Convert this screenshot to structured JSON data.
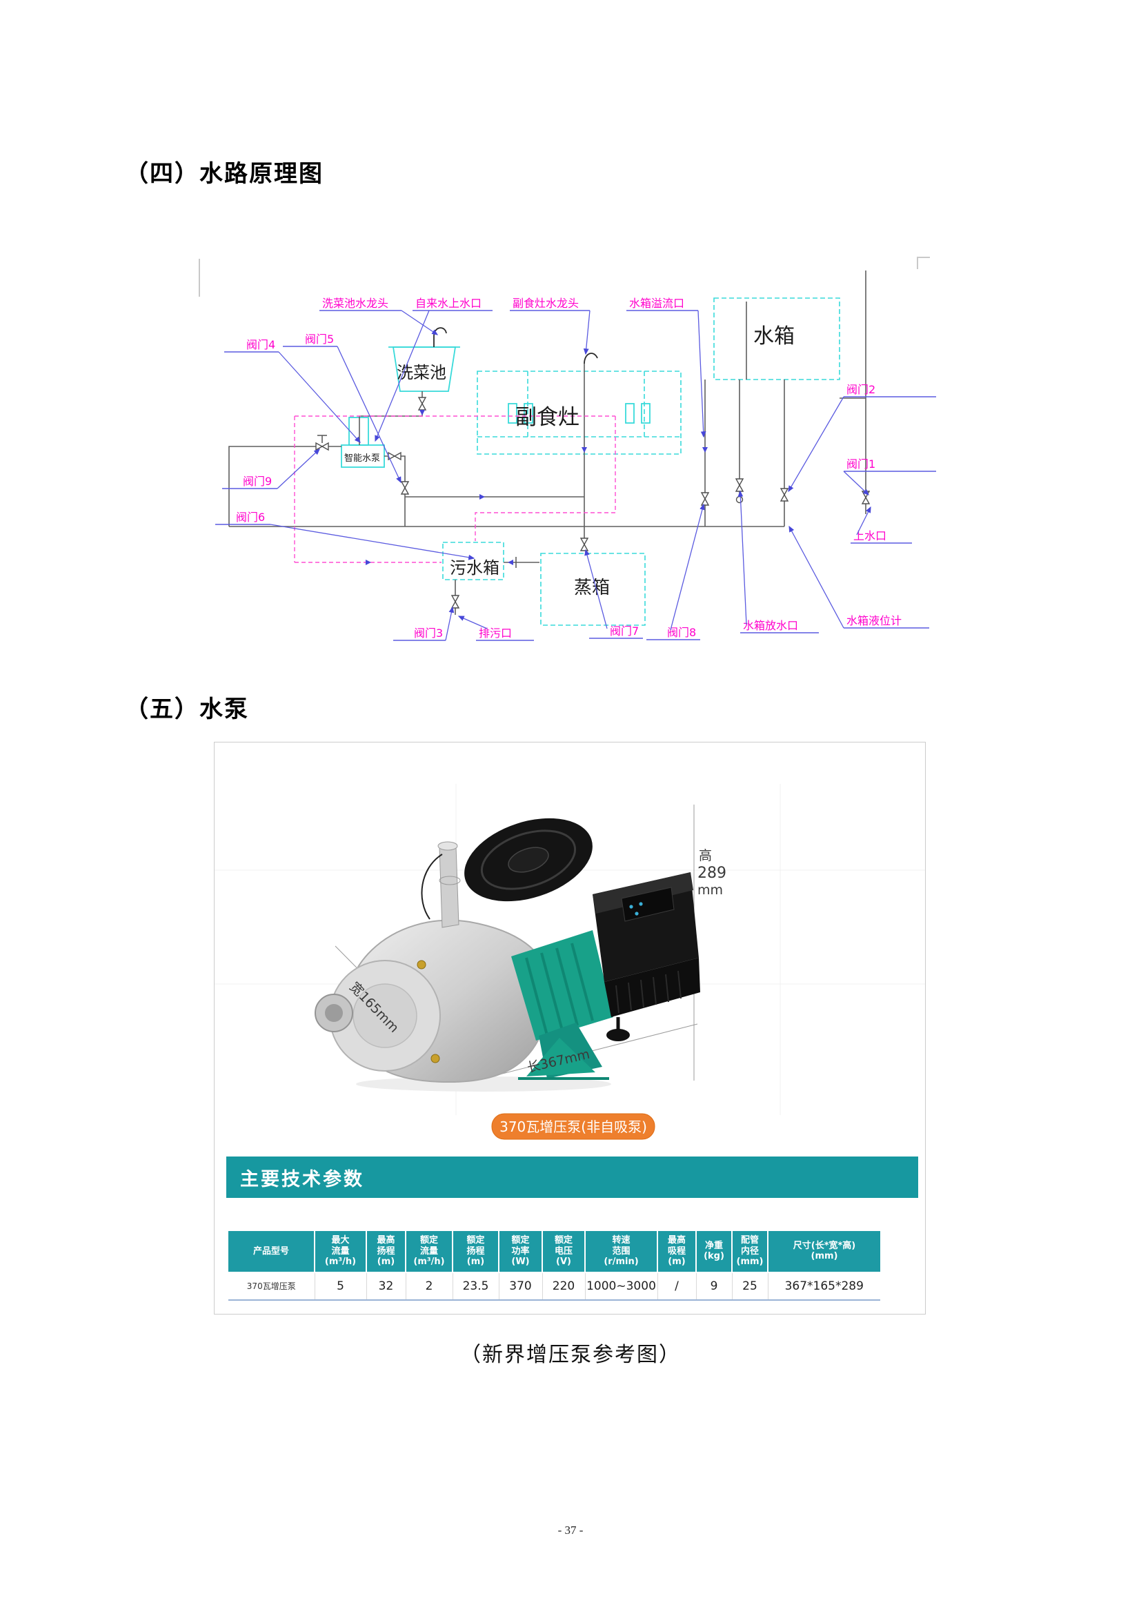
{
  "headings": {
    "section4": "（四）水路原理图",
    "section5": "（五）水泵"
  },
  "diagram": {
    "pink_labels": {
      "sink_faucet": "洗菜池水龙头",
      "tap_water_inlet": "自来水上水口",
      "stove_faucet": "副食灶水龙头",
      "tank_overflow": "水箱溢流口",
      "valve1": "阀门1",
      "valve2": "阀门2",
      "valve3": "阀门3",
      "valve4": "阀门4",
      "valve5": "阀门5",
      "valve6": "阀门6",
      "valve7": "阀门7",
      "valve8": "阀门8",
      "valve9": "阀门9",
      "water_inlet": "上水口",
      "tank_drain": "水箱放水口",
      "tank_level_gauge": "水箱液位计",
      "sewage_outlet": "排污口"
    },
    "black_labels": {
      "water_tank": "水箱",
      "stove": "副食灶",
      "sink": "洗菜池",
      "smart_pump": "智能水泵",
      "sewage_tank": "污水箱",
      "steam_box": "蒸箱"
    }
  },
  "pump_card": {
    "dimensions": {
      "height_cn": "高",
      "height_value": "289",
      "height_unit": "mm",
      "width": "宽165mm",
      "length": "长367mm"
    },
    "badge": "370瓦增压泵(非自吸泵)",
    "banner": "主要技术参数",
    "table": {
      "headers": [
        "产品型号",
        "最大\n流量\n(m³/h)",
        "最高\n扬程\n(m)",
        "额定\n流量\n(m³/h)",
        "额定\n扬程\n(m)",
        "额定\n功率\n(W)",
        "额定\n电压\n(V)",
        "转速\n范围\n(r/min)",
        "最高\n吸程\n(m)",
        "净重\n(kg)",
        "配管\n内径\n(mm)",
        "尺寸(长*宽*高)\n(mm)"
      ],
      "row": [
        "370瓦增压泵",
        "5",
        "32",
        "2",
        "23.5",
        "370",
        "220",
        "1000~3000",
        "/",
        "9",
        "25",
        "367*165*289"
      ]
    },
    "caption": "（新界增压泵参考图）"
  },
  "footer": {
    "page_number": "- 37 -"
  }
}
